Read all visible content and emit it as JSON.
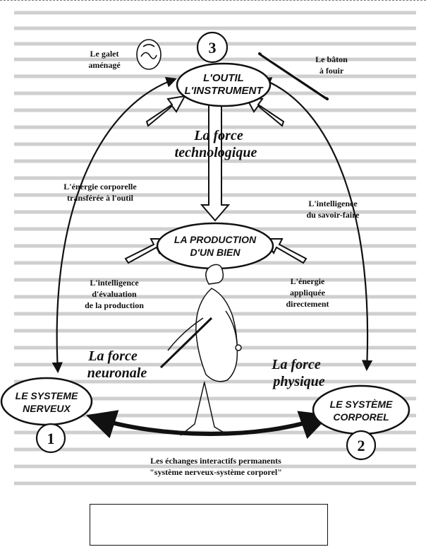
{
  "diagram": {
    "nodes": {
      "tool": {
        "number": "3",
        "line1": "L'OUTIL",
        "line2": "L'INSTRUMENT"
      },
      "production": {
        "line1": "LA PRODUCTION",
        "line2": "D'UN BIEN"
      },
      "nervous": {
        "number": "1",
        "line1": "LE SYSTEME",
        "line2": "NERVEUX"
      },
      "body": {
        "number": "2",
        "line1": "LE SYSTÈME",
        "line2": "CORPOREL"
      }
    },
    "forces": {
      "technological": {
        "line1": "La force",
        "line2": "technologique"
      },
      "neuronal": {
        "line1": "La force",
        "line2": "neuronale"
      },
      "physical": {
        "line1": "La force",
        "line2": "physique"
      }
    },
    "labels": {
      "pebble": {
        "line1": "Le galet",
        "line2": "aménagé"
      },
      "stick": {
        "line1": "Le bâton",
        "line2": "à fouir"
      },
      "body_energy": {
        "line1": "L'énergie corporelle",
        "line2": "transférée à l'outil"
      },
      "knowhow": {
        "line1": "L'intelligence",
        "line2": "du savoir-faire"
      },
      "evaluation": {
        "line1": "L'intelligence",
        "line2": "d'évaluation",
        "line3": "de la production"
      },
      "applied_energy": {
        "line1": "L'énergie",
        "line2": "appliquée",
        "line3": "directement"
      },
      "exchanges": {
        "line1": "Les échanges interactifs permanents",
        "line2": "\"système nerveux-système corporel\""
      }
    }
  },
  "caption": ""
}
